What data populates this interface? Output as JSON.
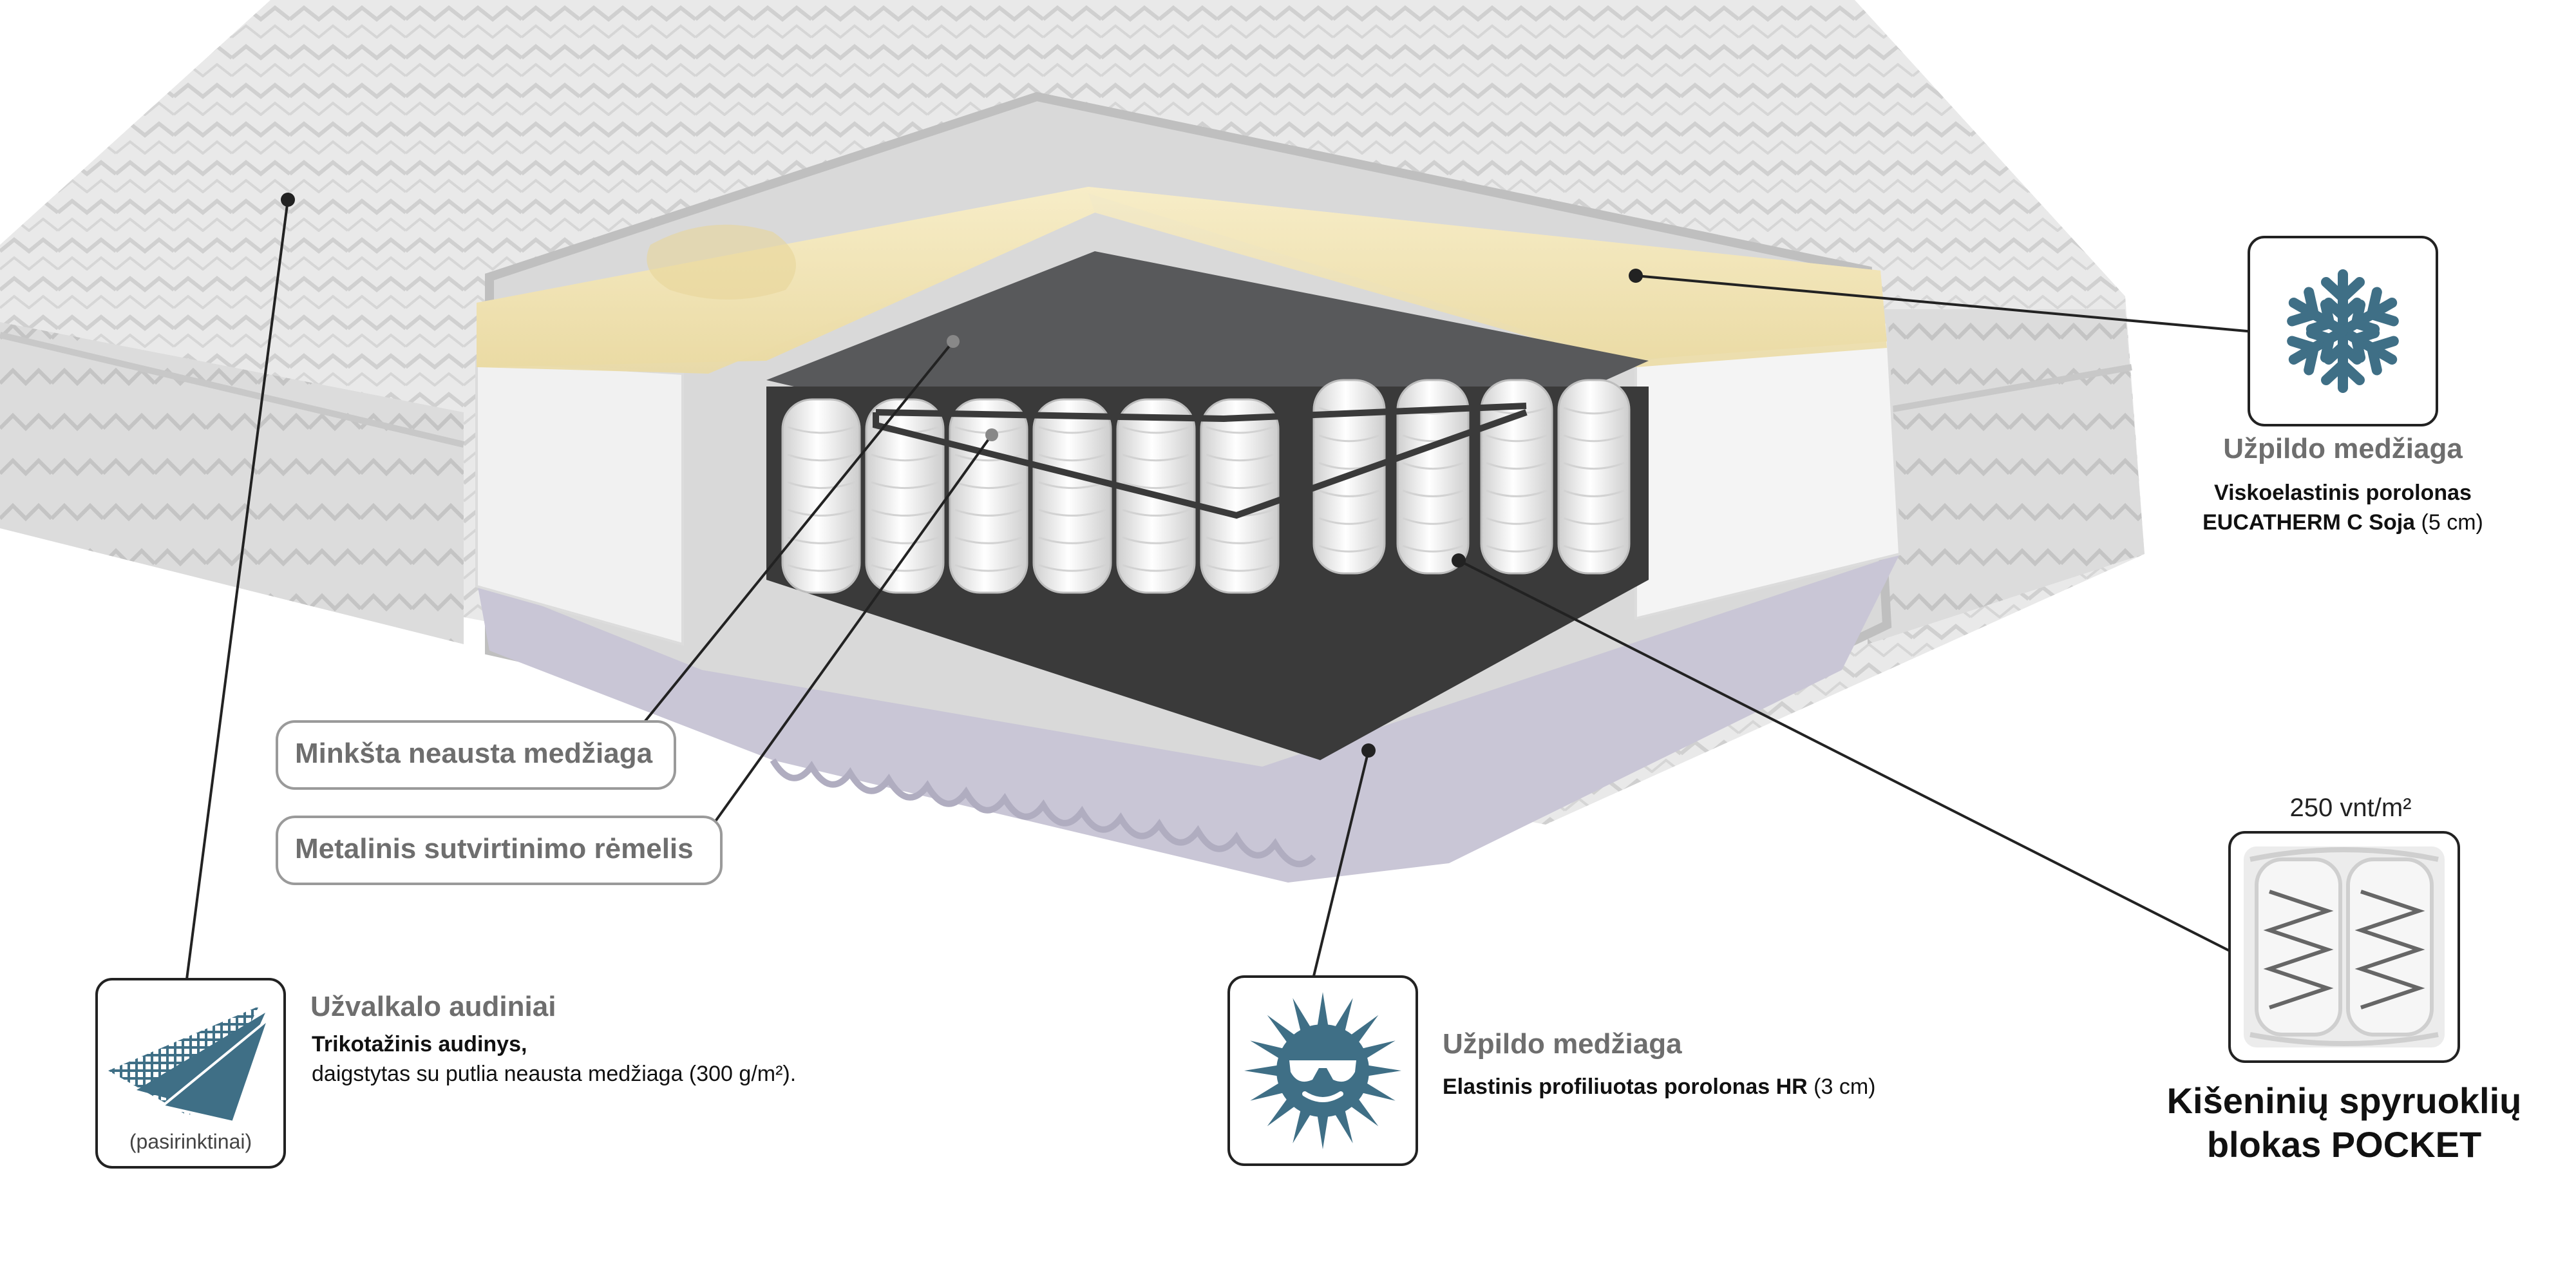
{
  "labels": {
    "soft_nonwoven": "Minkšta neausta medžiaga",
    "metal_frame": "Metalinis sutvirtinimo rėmelis"
  },
  "cover": {
    "title": "Užvalkalo audiniai",
    "line1_bold": "Trikotažinis audinys,",
    "line2": "daigstytas su putlia neausta medžiaga (300 g/m²).",
    "icon_caption": "(pasirinktinai)",
    "icon": "fabric-layers-icon"
  },
  "bottom_fill": {
    "title": "Užpildo medžiaga",
    "line_bold": "Elastinis profiliuotas porolonas HR",
    "line_suffix": " (3 cm)",
    "icon": "sun-with-sunglasses-icon"
  },
  "top_fill": {
    "title": "Užpildo medžiaga",
    "line1_bold": "Viskoelastinis porolonas",
    "line2_bold": "EUCATHERM C Soja",
    "line2_suffix": " (5 cm)",
    "icon": "snowflake-icon"
  },
  "pocket": {
    "density": "250 vnt/m²",
    "title_line1": "Kišeninių spyruoklių",
    "title_line2": "blokas POCKET",
    "icon": "pocket-spring-icon"
  },
  "colors": {
    "icon_blue": "#3f6f86",
    "memory_foam": "#f3e6b8",
    "hr_foam": "#c9c6d6",
    "cover": "#e6e6e6",
    "frame_grey": "#58595b"
  }
}
